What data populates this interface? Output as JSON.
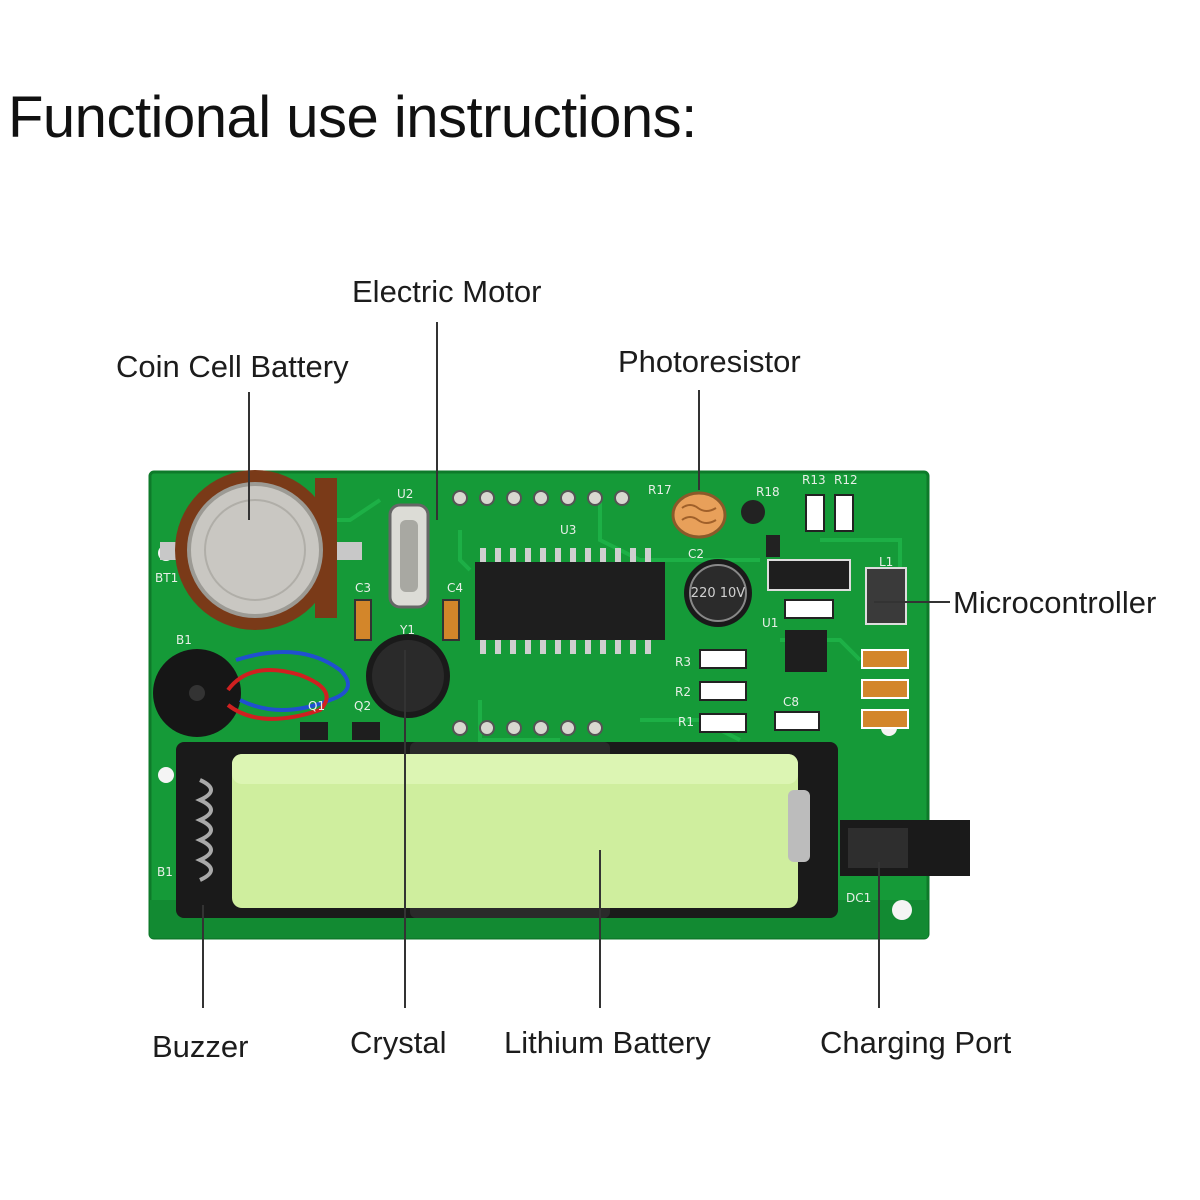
{
  "title": "Functional use instructions:",
  "labels": {
    "electric_motor": "Electric Motor",
    "coin_cell_battery": "Coin Cell Battery",
    "photoresistor": "Photoresistor",
    "microcontroller": "Microcontroller",
    "buzzer": "Buzzer",
    "crystal": "Crystal",
    "lithium_battery": "Lithium Battery",
    "charging_port": "Charging Port"
  },
  "silkscreen": {
    "bt1": "BT1",
    "b1": "B1",
    "b1_holder": "B1",
    "u2": "U2",
    "u3": "U3",
    "u1": "U1",
    "c2": "C2",
    "c3": "C3",
    "c4": "C4",
    "c8": "C8",
    "y1": "Y1",
    "q1": "Q1",
    "q2": "Q2",
    "r1": "R1",
    "r2": "R2",
    "r3": "R3",
    "r12": "R12",
    "r13": "R13",
    "r17": "R17",
    "r18": "R18",
    "l1": "L1",
    "dc1": "DC1",
    "cap_value": "220 10V"
  },
  "colors": {
    "pcb_green": "#159a38",
    "battery_green": "#cfee9e",
    "chip_black": "#1e1e1e",
    "leader_line": "#333333"
  }
}
